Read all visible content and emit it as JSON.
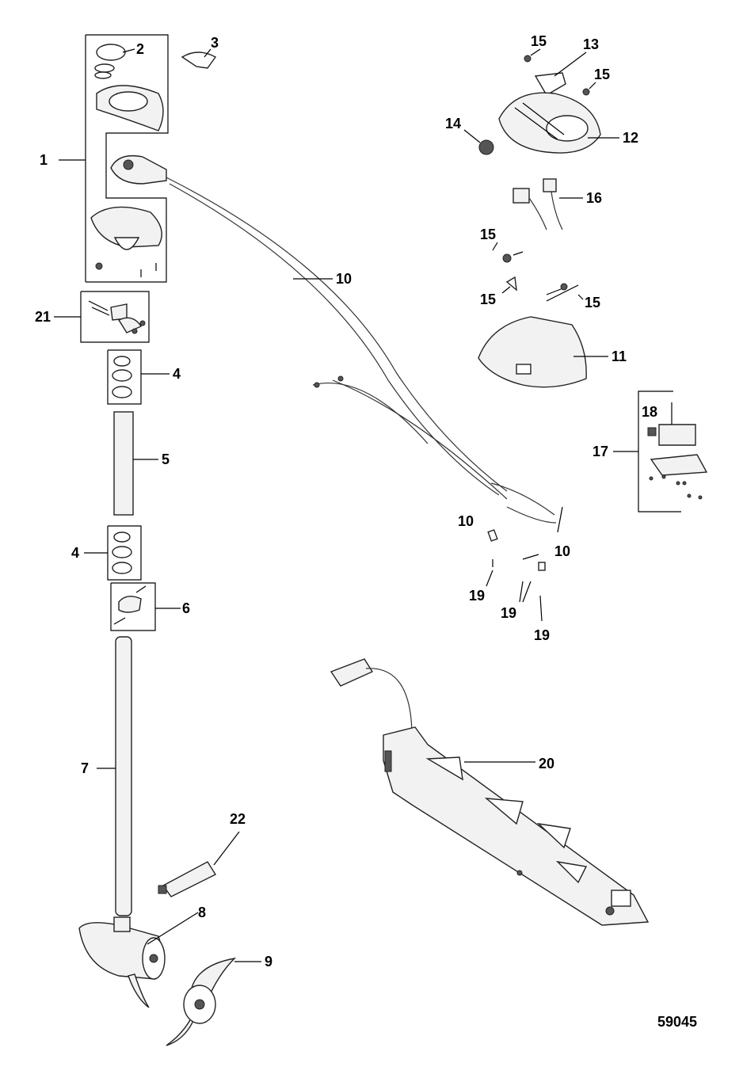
{
  "figure_id": "59045",
  "callouts": {
    "c1": "1",
    "c2": "2",
    "c3": "3",
    "c4a": "4",
    "c4b": "4",
    "c5": "5",
    "c6": "6",
    "c7": "7",
    "c8": "8",
    "c9": "9",
    "c10a": "10",
    "c10b": "10",
    "c10c": "10",
    "c11": "11",
    "c12": "12",
    "c13": "13",
    "c14": "14",
    "c15a": "15",
    "c15b": "15",
    "c15c": "15",
    "c15d": "15",
    "c15e": "15",
    "c16": "16",
    "c17": "17",
    "c18": "18",
    "c19a": "19",
    "c19b": "19",
    "c19c": "19",
    "c20": "20",
    "c21": "21",
    "c22": "22"
  },
  "icons": [
    "head-cover-part",
    "foot-pedal-part",
    "motor-part",
    "propeller-part",
    "mount-bracket-part"
  ]
}
